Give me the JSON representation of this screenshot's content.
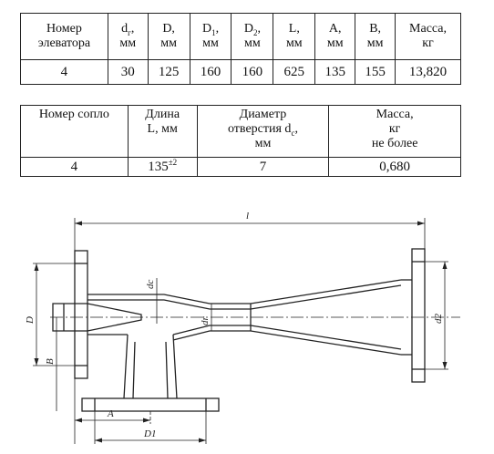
{
  "table1": {
    "headers": [
      {
        "l1": "Номер",
        "l2": "элеватора"
      },
      {
        "main": "d",
        "sub": "г",
        "tail": ",",
        "l2": "мм"
      },
      {
        "main": "D,",
        "l2": "мм"
      },
      {
        "main": "D",
        "sub": "1",
        "tail": ",",
        "l2": "мм"
      },
      {
        "main": "D",
        "sub": "2",
        "tail": ",",
        "l2": "мм"
      },
      {
        "main": "L,",
        "l2": "мм"
      },
      {
        "main": "A,",
        "l2": "мм"
      },
      {
        "main": "B,",
        "l2": "мм"
      },
      {
        "main": "Масса,",
        "l2": "кг"
      }
    ],
    "values": [
      "4",
      "30",
      "125",
      "160",
      "160",
      "625",
      "135",
      "155",
      "13,820"
    ]
  },
  "table2": {
    "headers": [
      {
        "l1": "Номер сопло"
      },
      {
        "l1": "Длина",
        "l2": "L, мм"
      },
      {
        "l1": "Диаметр",
        "l2a": "отверстия d",
        "l2sub": "c",
        "l2b": ",",
        "l3": "мм"
      },
      {
        "l1": "Масса,",
        "l2": "кг",
        "l3": "не более"
      }
    ],
    "values": {
      "nozzle": "4",
      "length": "135",
      "length_tol": "±2",
      "diameter": "7",
      "mass": "0,680"
    }
  },
  "drawing": {
    "label_l": "l",
    "label_dc": "dc",
    "label_dr": "dr",
    "label_D": "D",
    "label_B": "B",
    "label_d2": "d2",
    "label_A": "A",
    "label_D1": "D1"
  }
}
